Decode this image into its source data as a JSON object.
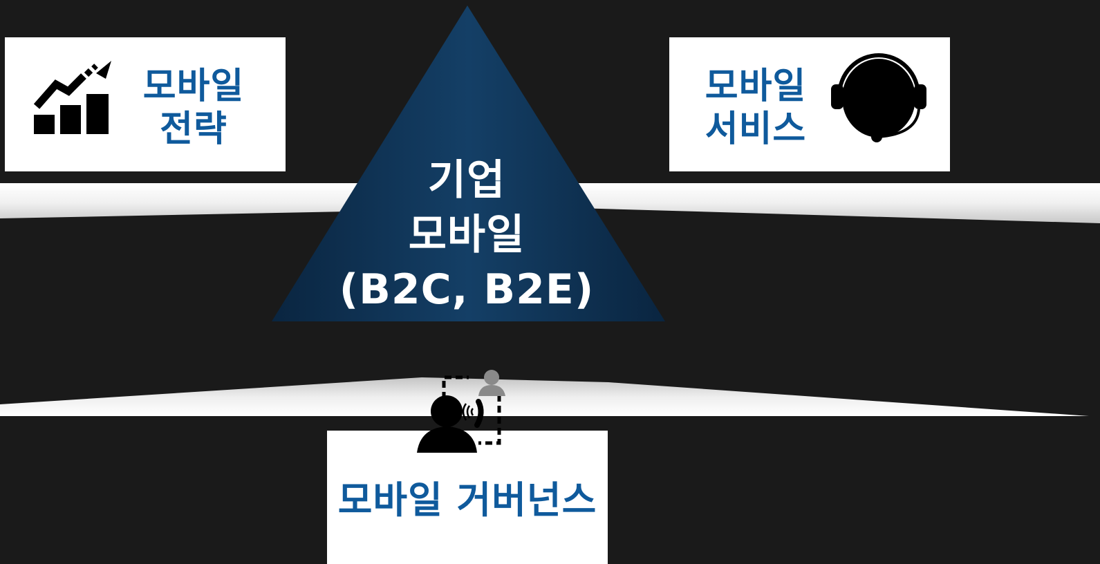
{
  "center": {
    "line1": "기업",
    "line2": "모바일",
    "line3": "(B2C, B2E)"
  },
  "cards": {
    "strategy": {
      "line1": "모바일",
      "line2": "전략",
      "icon": "growth-chart-icon"
    },
    "service": {
      "line1": "모바일",
      "line2": "서비스",
      "icon": "headset-icon"
    },
    "governance": {
      "label": "모바일 거버넌스",
      "icon": "caller-network-icon"
    }
  },
  "colors": {
    "background": "#1a1a1a",
    "card": "#ffffff",
    "label": "#0f5a9c",
    "triangle_dark": "#0c2a45",
    "triangle_light": "#15406a",
    "band": "#f2f2f2"
  }
}
